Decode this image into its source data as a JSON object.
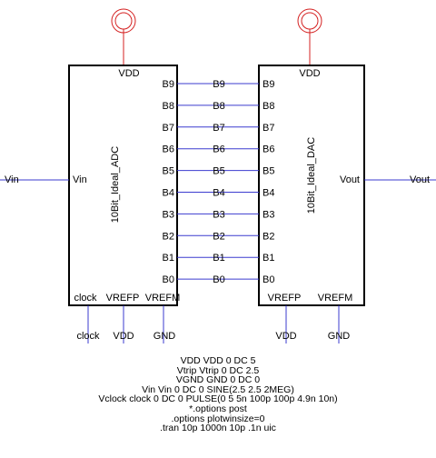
{
  "colors": {
    "wire": "#3b3bcf",
    "box": "#000000",
    "supply": "#d42020",
    "text": "#000000"
  },
  "adc": {
    "name": "10Bit_Ideal_ADC",
    "top_pin": "VDD",
    "input_pin": "Vin",
    "bottom_pins": [
      "clock",
      "VREFP",
      "VREFM"
    ],
    "out_pins": [
      "B9",
      "B8",
      "B7",
      "B6",
      "B5",
      "B4",
      "B3",
      "B2",
      "B1",
      "B0"
    ]
  },
  "dac": {
    "name": "10Bit_Ideal_DAC",
    "top_pin": "VDD",
    "output_pin": "Vout",
    "bottom_pins": [
      "VREFP",
      "VREFM"
    ],
    "in_pins": [
      "B9",
      "B8",
      "B7",
      "B6",
      "B5",
      "B4",
      "B3",
      "B2",
      "B1",
      "B0"
    ]
  },
  "bus_labels": [
    "B9",
    "B8",
    "B7",
    "B6",
    "B5",
    "B4",
    "B3",
    "B2",
    "B1",
    "B0"
  ],
  "net_labels": {
    "vin": "Vin",
    "vout": "Vout",
    "adc_clock": "clock",
    "adc_vrefp": "VDD",
    "adc_vrefm": "GND",
    "dac_vrefp": "VDD",
    "dac_vrefm": "GND"
  },
  "spice_lines": [
    "VDD VDD 0 DC 5",
    "Vtrip Vtrip 0 DC 2.5",
    "VGND GND 0 DC 0",
    "Vin Vin 0 DC 0 SINE(2.5 2.5 2MEG)",
    "Vclock clock 0 DC 0 PULSE(0 5 5n 100p 100p 4.9n 10n)",
    "*.options post",
    ".options plotwinsize=0",
    ".tran 10p 1000n 10p .1n uic"
  ]
}
